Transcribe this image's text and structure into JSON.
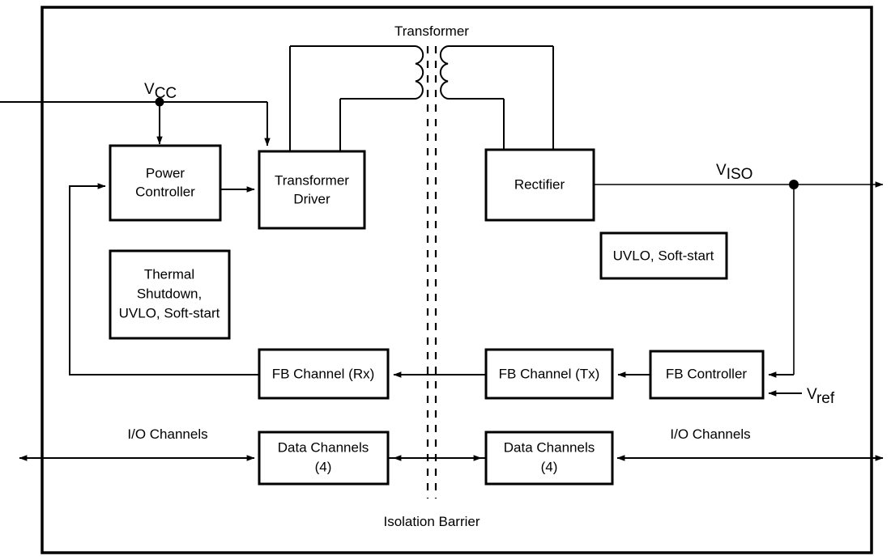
{
  "diagram": {
    "title_label": "Transformer",
    "isolation_barrier_label": "Isolation Barrier",
    "line_color": "#000000",
    "background_color": "#ffffff"
  },
  "blocks": [
    {
      "id": "power-controller",
      "lines": [
        "Power",
        "Controller"
      ]
    },
    {
      "id": "transformer-driver",
      "lines": [
        "Transformer",
        "Driver"
      ]
    },
    {
      "id": "thermal-shutdown",
      "lines": [
        "Thermal",
        "Shutdown,",
        "UVLO, Soft-start"
      ]
    },
    {
      "id": "rectifier",
      "lines": [
        "Rectifier"
      ]
    },
    {
      "id": "uvlo-soft-start",
      "lines": [
        "UVLO, Soft-start"
      ]
    },
    {
      "id": "fb-channel-rx",
      "lines": [
        "FB Channel (Rx)"
      ]
    },
    {
      "id": "fb-channel-tx",
      "lines": [
        "FB Channel (Tx)"
      ]
    },
    {
      "id": "fb-controller",
      "lines": [
        "FB Controller"
      ]
    },
    {
      "id": "data-channels-left",
      "lines": [
        "Data Channels",
        "(4)"
      ]
    },
    {
      "id": "data-channels-right",
      "lines": [
        "Data Channels",
        "(4)"
      ]
    }
  ],
  "signals": {
    "vcc": {
      "base": "V",
      "sub": "CC"
    },
    "viso": {
      "base": "V",
      "sub": "ISO"
    },
    "vref": {
      "base": "V",
      "sub": "ref"
    },
    "io_channels_left": "I/O Channels",
    "io_channels_right": "I/O Channels"
  }
}
